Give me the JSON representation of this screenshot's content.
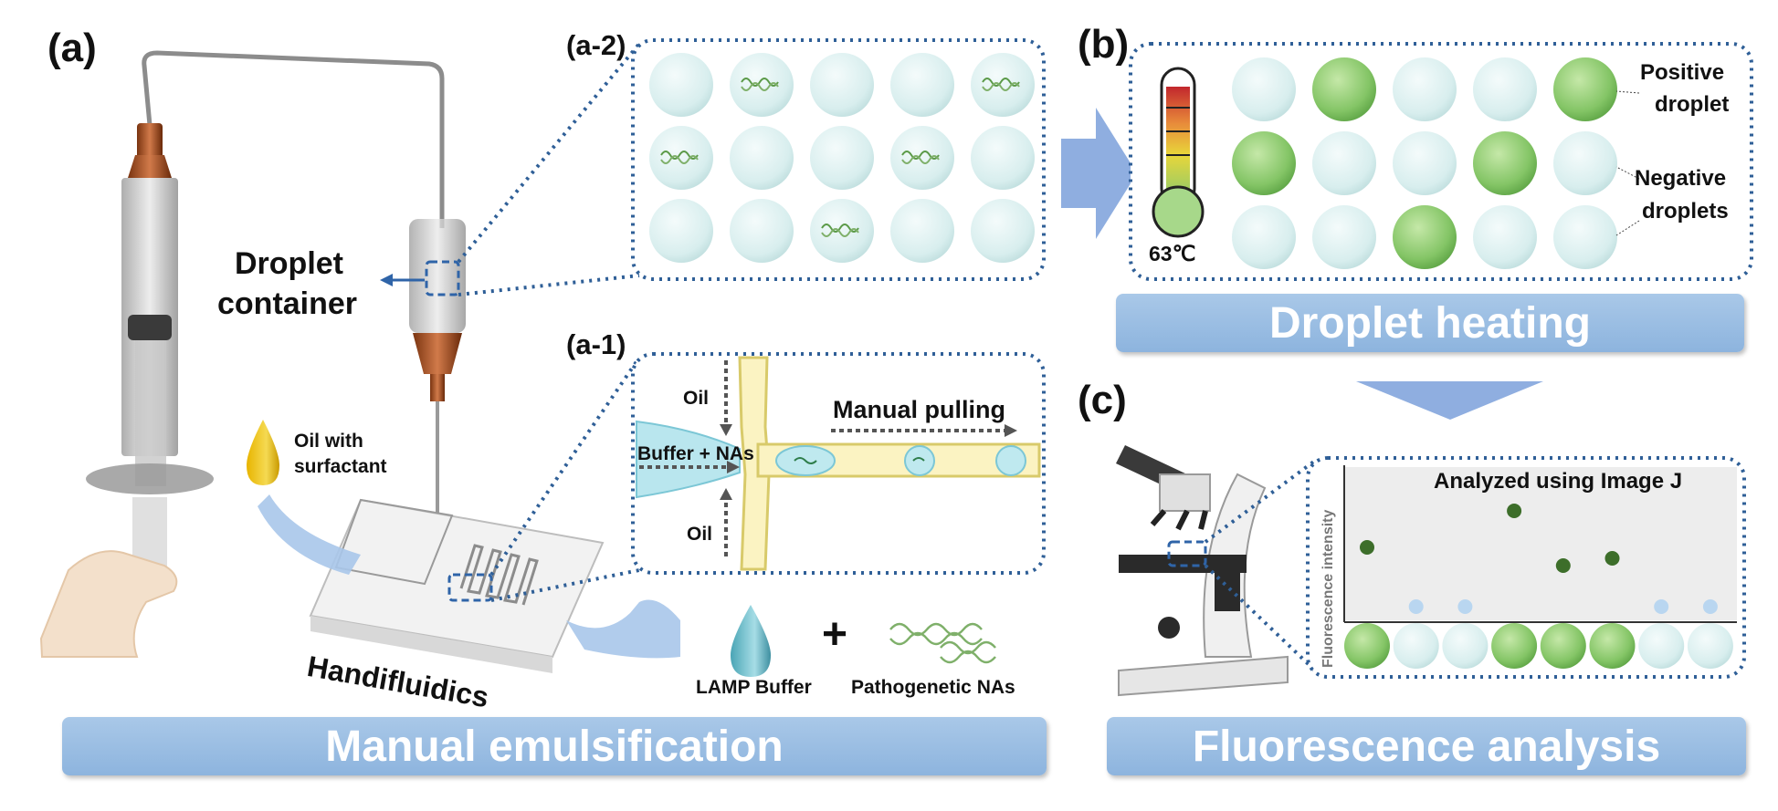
{
  "panels": {
    "a": "(a)",
    "a1": "(a-1)",
    "a2": "(a-2)",
    "b": "(b)",
    "c": "(c)"
  },
  "labels": {
    "droplet_container_l1": "Droplet",
    "droplet_container_l2": "container",
    "oil_surfactant_l1": "Oil with",
    "oil_surfactant_l2": "surfactant",
    "handifluidics": "Handifluidics",
    "lamp_buffer": "LAMP Buffer",
    "plus": "+",
    "pathogenetic_nas": "Pathogenetic NAs",
    "oil_top": "Oil",
    "oil_bottom": "Oil",
    "buffer_nas": "Buffer + NAs",
    "manual_pulling": "Manual pulling",
    "temperature": "63℃",
    "positive_l1": "Positive",
    "positive_l2": "droplet",
    "negative_l1": "Negative",
    "negative_l2": "droplets",
    "analyzed": "Analyzed using Image J",
    "y_axis": "Fluorescence intensity"
  },
  "banners": {
    "manual_emulsification": "Manual emulsification",
    "droplet_heating": "Droplet heating",
    "fluorescence_analysis": "Fluorescence analysis"
  },
  "colors": {
    "dotted_frame": "#2f5f97",
    "droplet_negative": "#dff1f1",
    "droplet_positive": "#86c86a",
    "banner": "#9dbfe3",
    "arrow": "#8faee0",
    "point_positive": "#3d6e2a",
    "point_negative": "#b9d6f0"
  },
  "droplet_grid_a2": [
    [
      0,
      1,
      0,
      0,
      1
    ],
    [
      1,
      0,
      0,
      1,
      0
    ],
    [
      0,
      0,
      1,
      0,
      0
    ]
  ],
  "droplet_grid_b": [
    [
      0,
      1,
      0,
      0,
      1
    ],
    [
      1,
      0,
      0,
      1,
      0
    ],
    [
      0,
      0,
      1,
      0,
      0
    ]
  ],
  "droplet_row_c": [
    1,
    0,
    0,
    1,
    1,
    1,
    0,
    0
  ]
}
